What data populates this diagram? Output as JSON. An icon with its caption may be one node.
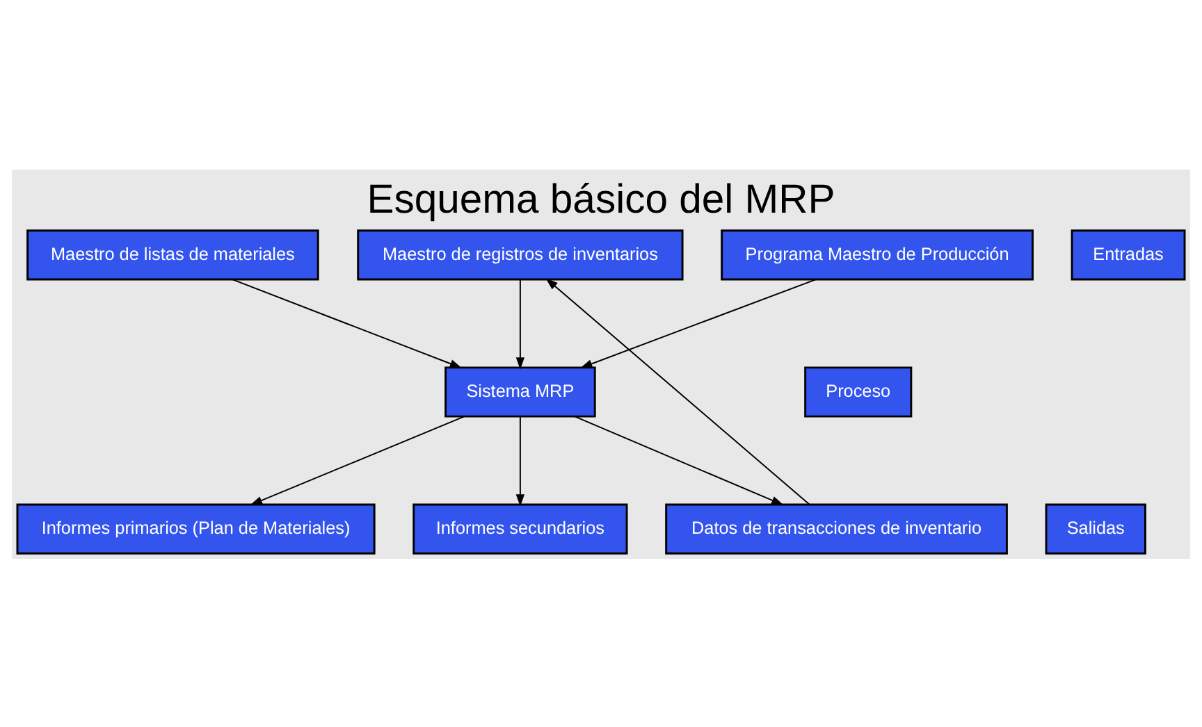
{
  "diagram": {
    "title": "Esquema básico del MRP",
    "nodes": [
      {
        "text": [
          "Maestro de listas de materiales"
        ]
      },
      {
        "text": [
          "Programa Maestro de Producción"
        ]
      },
      {
        "text": [
          "Maestro de registros de inventarios"
        ]
      },
      {
        "text": [
          "Entradas"
        ]
      },
      {
        "text": [
          "Proceso"
        ]
      },
      {
        "text": [
          "Sistema MRP"
        ]
      },
      {
        "text": [
          "Salidas"
        ]
      },
      {
        "text": [
          "Informes primarios (Plan de Materiales)"
        ]
      },
      {
        "text": [
          "Informes secundarios"
        ]
      },
      {
        "text": [
          "Datos de transacciones de inventario"
        ]
      }
    ],
    "edges": [
      {
        "from": 0,
        "to": 5,
        "arrow": "to"
      },
      {
        "from": 1,
        "to": 5,
        "arrow": "to"
      },
      {
        "from": 2,
        "to": 5,
        "arrow": "to"
      },
      {
        "from": 5,
        "to": 7,
        "arrow": "to"
      },
      {
        "from": 5,
        "to": 8,
        "arrow": "to"
      },
      {
        "from": 5,
        "to": 9,
        "arrow": "to"
      },
      {
        "from": 9,
        "to": 2,
        "arrow": "to"
      }
    ]
  }
}
